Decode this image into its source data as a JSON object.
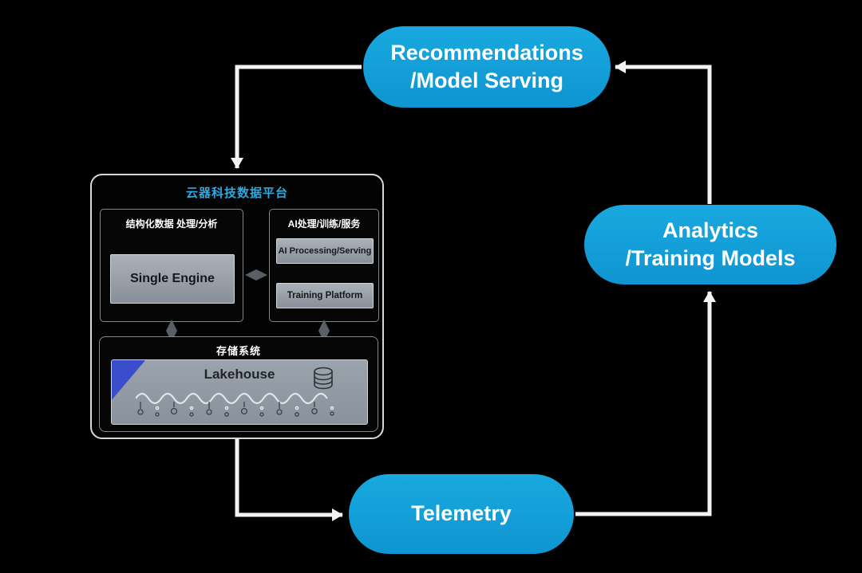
{
  "diagram": {
    "platform": {
      "title": "云器科技数据平台",
      "structured_section": {
        "label": "结构化数据 处理/分析",
        "engine_label": "Single Engine"
      },
      "ai_section": {
        "label": "AI处理/训练/服务",
        "processing_label": "AI Processing/Serving",
        "training_label": "Training Platform"
      },
      "storage_section": {
        "label": "存储系统",
        "lakehouse_label": "Lakehouse"
      }
    },
    "nodes": {
      "recommendations": {
        "line1": "Recommendations",
        "line2": "/Model Serving"
      },
      "analytics": {
        "line1": "Analytics",
        "line2": "/Training Models"
      },
      "telemetry": {
        "label": "Telemetry"
      }
    },
    "colors": {
      "node_fill": "#14a1da",
      "background": "#000000",
      "platform_title": "#2fa8df",
      "arrow": "#f2f3f4",
      "gray_box": "#9aa1aa",
      "lakehouse_triangle": "#3a4ecb"
    }
  }
}
